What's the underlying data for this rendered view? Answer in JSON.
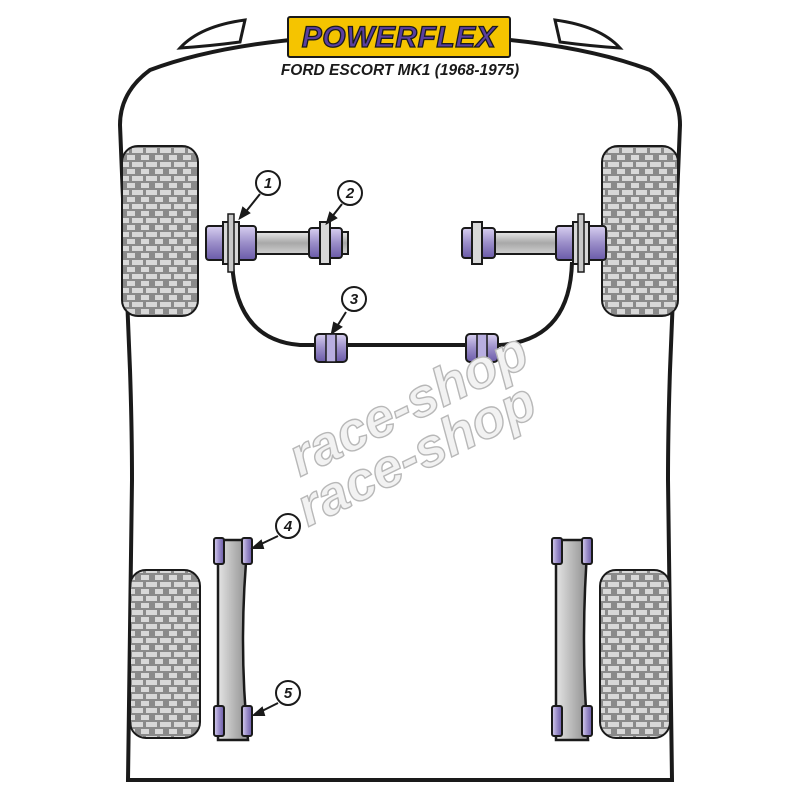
{
  "brand": {
    "logo_text": "POWERFLEX",
    "logo_bg": "#f5c400",
    "logo_fg": "#5a3fa0"
  },
  "vehicle": {
    "title": "FORD ESCORT MK1 (1968-1975)"
  },
  "colors": {
    "bush": "#9b8ec9",
    "bush_dark": "#6a5aa8",
    "arm": "#b0b0b0",
    "outline": "#1a1a1a"
  },
  "callouts": [
    {
      "number": "1"
    },
    {
      "number": "2"
    },
    {
      "number": "3"
    },
    {
      "number": "4"
    },
    {
      "number": "5"
    }
  ],
  "watermarks": [
    "race-shop",
    "race-shop"
  ]
}
